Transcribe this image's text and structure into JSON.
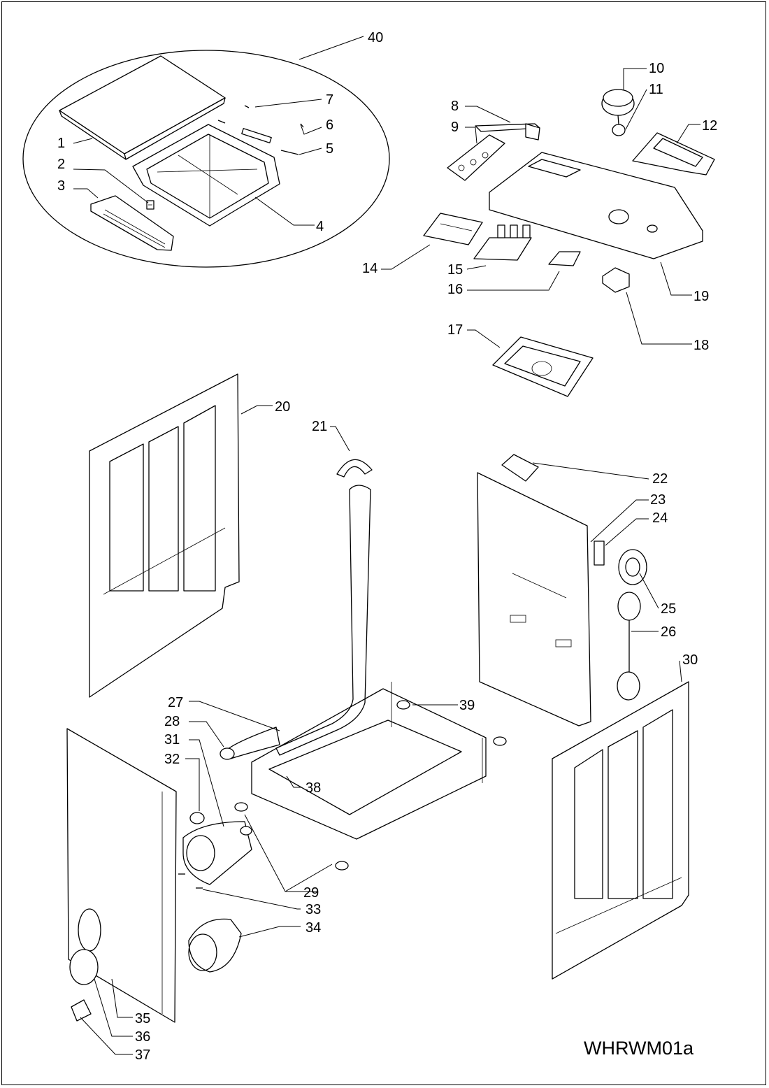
{
  "drawing_code": "WHRWM01a",
  "callouts": [
    "1",
    "2",
    "3",
    "4",
    "5",
    "6",
    "7",
    "8",
    "9",
    "10",
    "11",
    "12",
    "14",
    "15",
    "16",
    "17",
    "18",
    "19",
    "20",
    "21",
    "22",
    "23",
    "24",
    "25",
    "26",
    "27",
    "28",
    "29",
    "30",
    "31",
    "32",
    "33",
    "34",
    "35",
    "36",
    "37",
    "38",
    "39",
    "40"
  ]
}
